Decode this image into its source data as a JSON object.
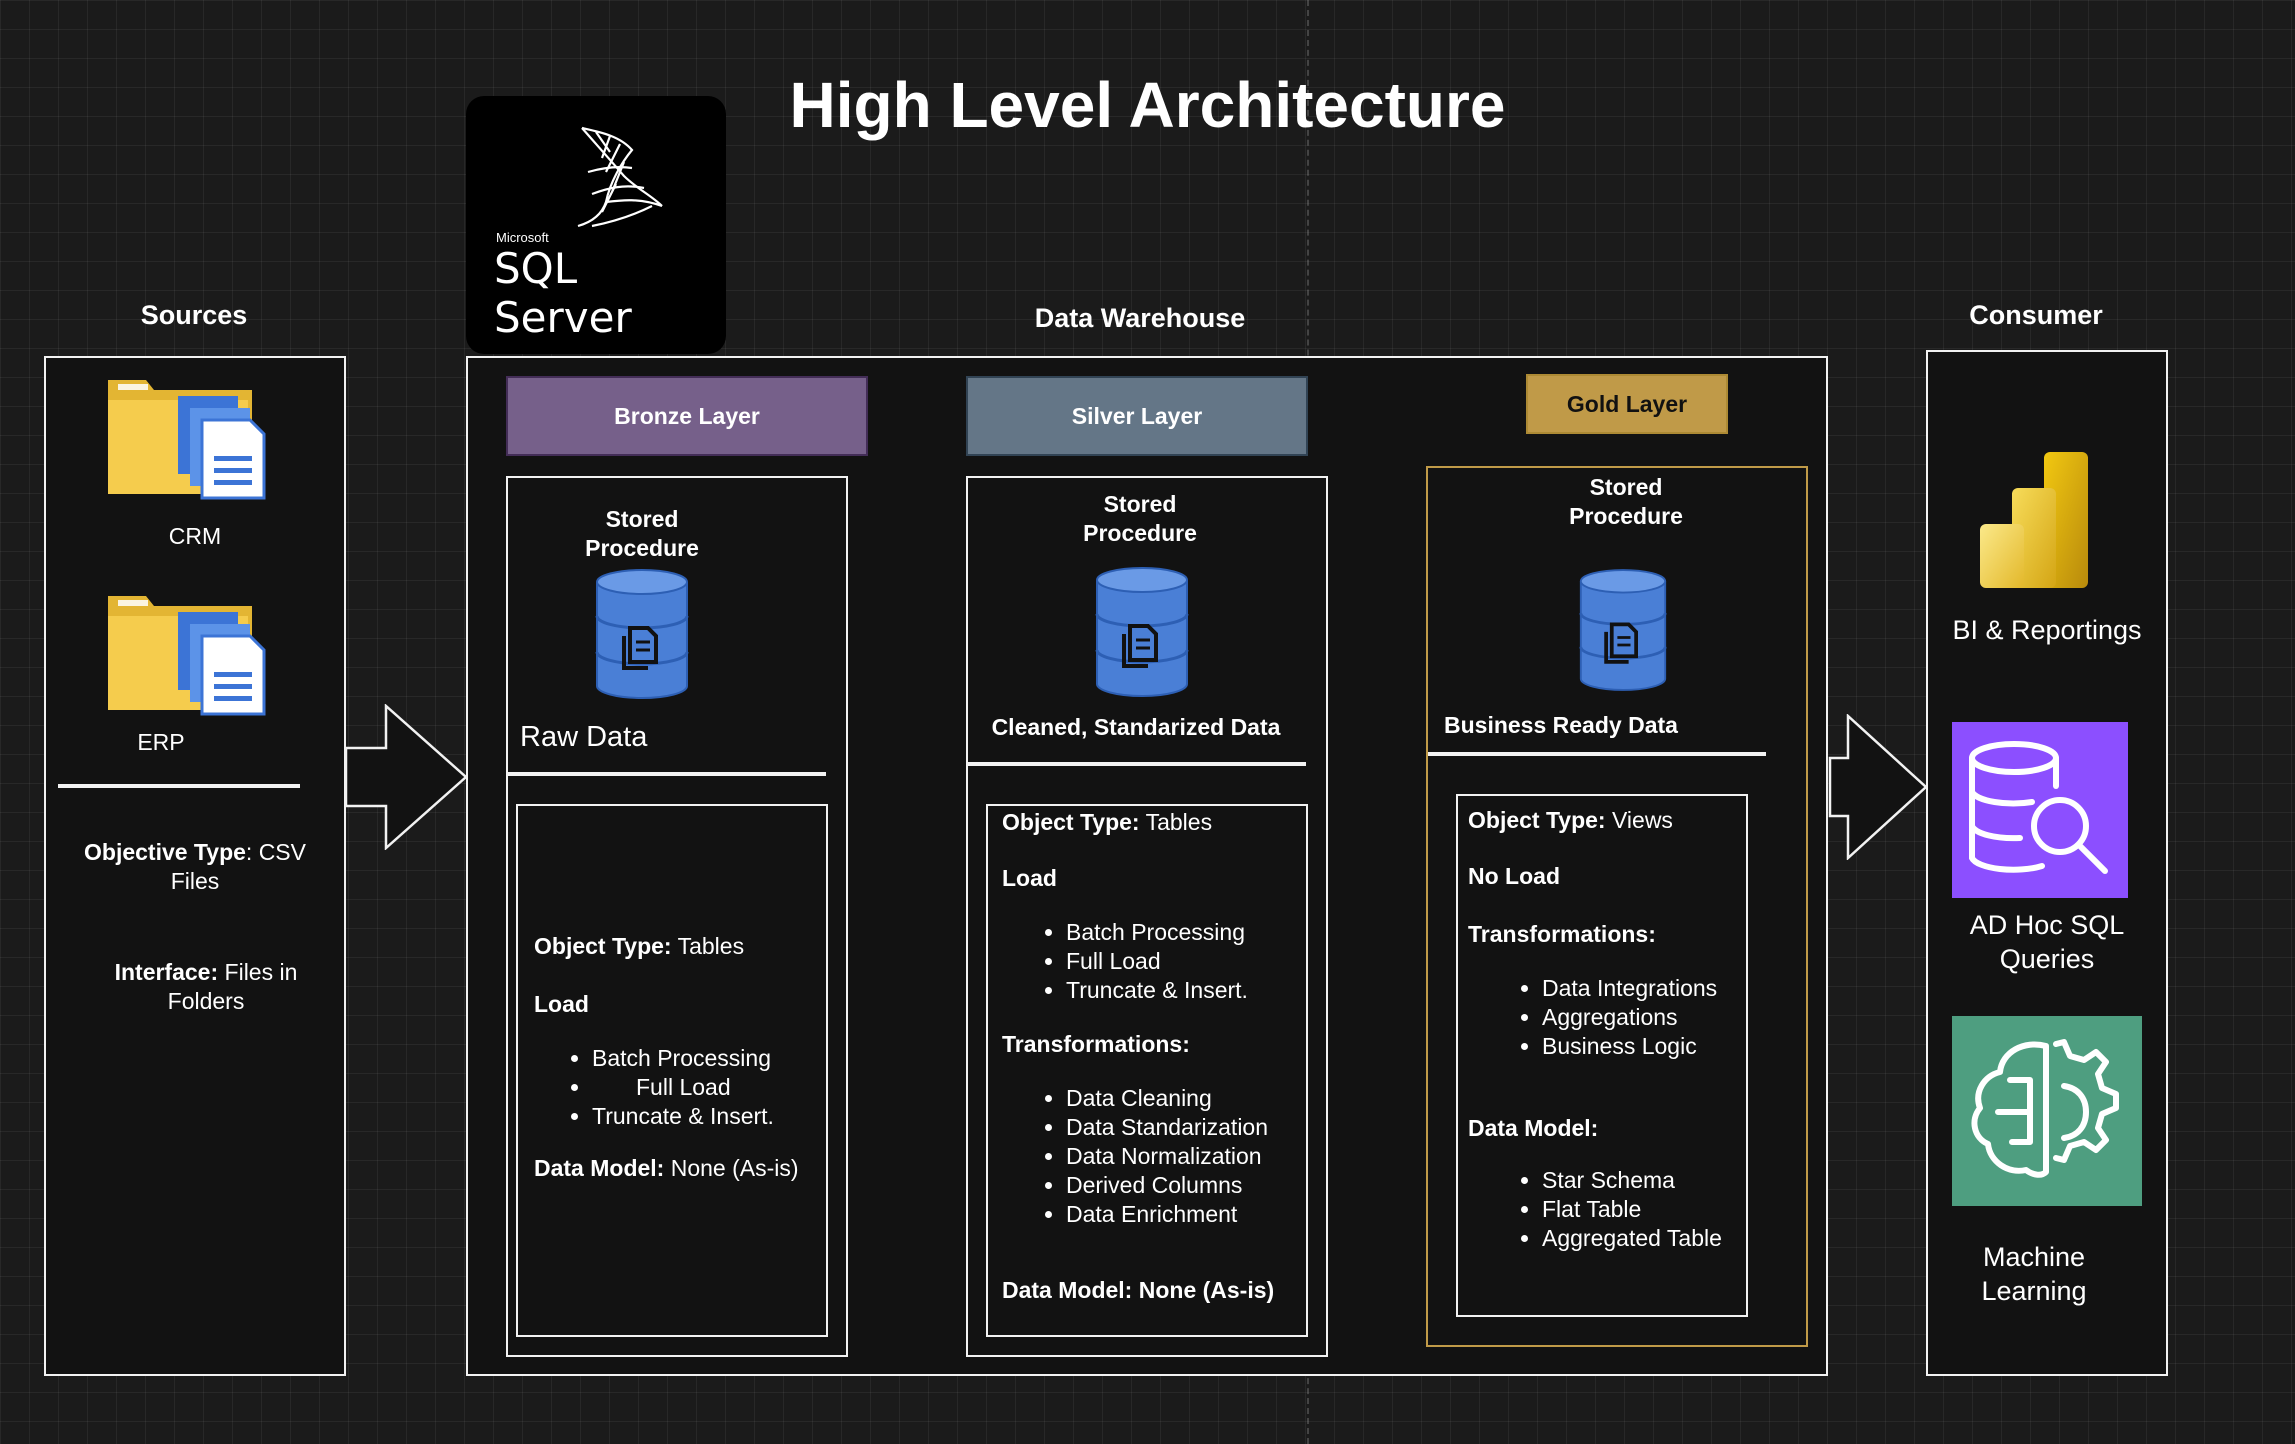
{
  "title": "High Level Architecture",
  "sql_logo": {
    "brand": "Microsoft",
    "product": "SQL Server"
  },
  "sources": {
    "header": "Sources",
    "items": [
      {
        "label": "CRM",
        "icon": "folder-files-icon"
      },
      {
        "label": "ERP",
        "icon": "folder-files-icon"
      }
    ],
    "objective_label": "Objective Type",
    "objective_value": ": CSV Files",
    "interface_label": "Interface:",
    "interface_value": " Files in Folders"
  },
  "warehouse": {
    "header": "Data Warehouse"
  },
  "bronze": {
    "tag": "Bronze Layer",
    "color": "#76608a",
    "stored_procedure": "Stored Procedure",
    "caption": "Raw Data",
    "object_type_label": "Object Type:",
    "object_type_value": " Tables",
    "load_label": "Load",
    "load_items": [
      "Batch Processing",
      "Full Load",
      "Truncate & Insert."
    ],
    "data_model_label": "Data Model:",
    "data_model_value": " None (As-is)"
  },
  "silver": {
    "tag": "Silver Layer",
    "color": "#647687",
    "stored_procedure": "Stored Procedure",
    "caption": "Cleaned, Standarized Data",
    "object_type_label": "Object Type:",
    "object_type_value": " Tables",
    "load_label": "Load",
    "load_items": [
      "Batch Processing",
      "Full Load",
      "Truncate & Insert."
    ],
    "transformations_label": "Transformations:",
    "transformations": [
      "Data Cleaning",
      "Data Standarization",
      "Data Normalization",
      "Derived Columns",
      "Data Enrichment"
    ],
    "data_model": "Data Model: None (As-is)"
  },
  "gold": {
    "tag": "Gold Layer",
    "color": "#c09a48",
    "stored_procedure": "Stored Procedure",
    "caption": "Business Ready Data",
    "object_type_label": "Object Type:",
    "object_type_value": " Views",
    "load_label": "No Load",
    "transformations_label": "Transformations:",
    "transformations": [
      "Data Integrations",
      "Aggregations",
      "Business Logic"
    ],
    "data_model_label": "Data Model:",
    "data_model_items": [
      "Star Schema",
      "Flat Table",
      "Aggregated Table"
    ]
  },
  "consumer": {
    "header": "Consumer",
    "items": [
      {
        "label": "BI & Reportings",
        "icon": "power-bi-icon"
      },
      {
        "label": "AD Hoc SQL Queries",
        "icon": "sql-query-icon"
      },
      {
        "label": "Machine Learning",
        "icon": "machine-learning-icon"
      }
    ]
  },
  "colors": {
    "background": "#1b1b1b",
    "database": "#4a7fd6",
    "sql_query_tile": "#8c4fff",
    "ml_tile": "#4e9e80"
  }
}
